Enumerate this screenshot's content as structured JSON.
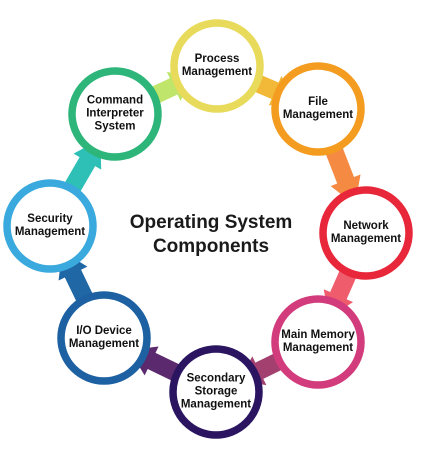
{
  "diagram": {
    "center_title": [
      "Operating System",
      "Components"
    ],
    "nodes": [
      {
        "lines": [
          "Process",
          "Management"
        ],
        "color": "#e8da5a"
      },
      {
        "lines": [
          "File",
          "Management"
        ],
        "color": "#f39c1f"
      },
      {
        "lines": [
          "Network",
          "Management"
        ],
        "color": "#e8273a"
      },
      {
        "lines": [
          "Main Memory",
          "Management"
        ],
        "color": "#d23c7c"
      },
      {
        "lines": [
          "Secondary",
          "Storage",
          "Management"
        ],
        "color": "#2b1560"
      },
      {
        "lines": [
          "I/O Device",
          "Management"
        ],
        "color": "#1d61a3"
      },
      {
        "lines": [
          "Security",
          "Management"
        ],
        "color": "#3aa9de"
      },
      {
        "lines": [
          "Command",
          "Interpreter",
          "System"
        ],
        "color": "#2eb57a"
      }
    ],
    "arrow_colors": [
      "#f2b838",
      "#f58a43",
      "#ef5d6d",
      "#a4406f",
      "#5b2a6e",
      "#2067a6",
      "#2ec0b6",
      "#bfe56a"
    ]
  }
}
